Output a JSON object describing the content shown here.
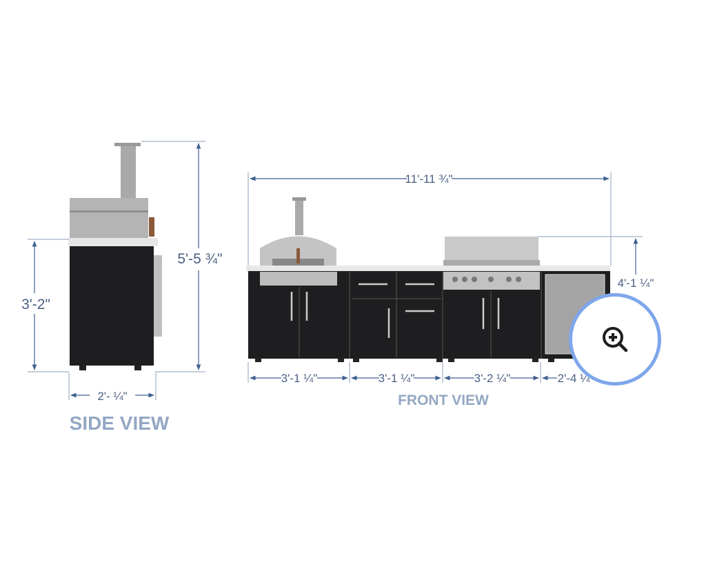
{
  "side_view": {
    "title": "SIDE VIEW",
    "height_counter": "3'-2\"",
    "height_total": "5'-5 ¾\"",
    "depth": "2'- ¼\""
  },
  "front_view": {
    "title": "FRONT VIEW",
    "total_width": "11'-11 ¾\"",
    "segments": [
      "3'-1 ¼\"",
      "3'-1 ¼\"",
      "3'-2 ¼\"",
      "2'-4 ¼\""
    ],
    "right_height": "4'-1 ¼\""
  },
  "zoom_button": {
    "icon": "zoom-in-icon"
  },
  "colors": {
    "dimension": "#3f5f8f",
    "view_label": "#93a7c2",
    "cabinet": "#1e1e20",
    "steel": "#b8b8b8",
    "zoom_ring": "#7ea6ea"
  }
}
